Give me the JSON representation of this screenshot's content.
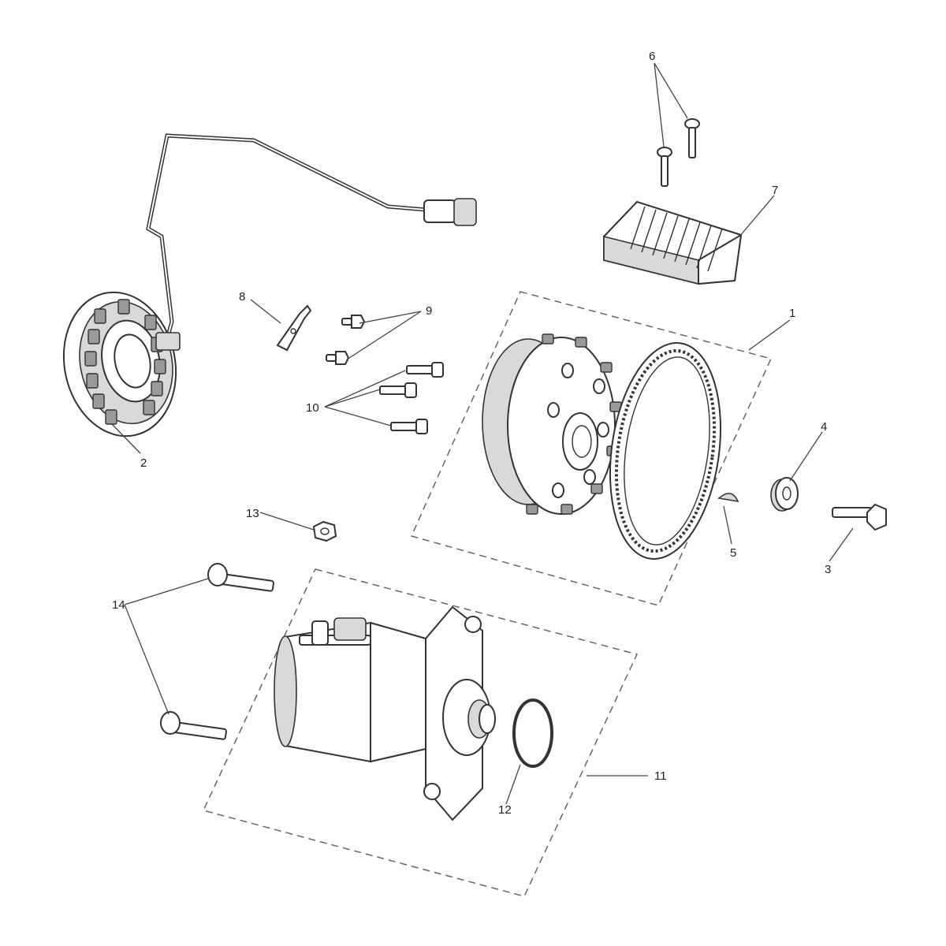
{
  "callouts": {
    "c1": "1",
    "c2": "2",
    "c3": "3",
    "c4": "4",
    "c5": "5",
    "c6": "6",
    "c7": "7",
    "c8": "8",
    "c9": "9",
    "c10": "10",
    "c11": "11",
    "c12": "12",
    "c13": "13",
    "c14": "14"
  },
  "colors": {
    "line": "#333333",
    "shade": "#d9d9d9",
    "background": "#ffffff"
  }
}
